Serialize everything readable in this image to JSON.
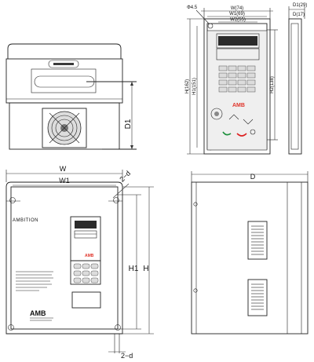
{
  "panel": {
    "d45": "Φ4.5",
    "w_total": "W(74)",
    "w1": "W1(69)",
    "w2": "W2(55)",
    "d1_total": "D1(29)",
    "d_sub": "D(17)",
    "h_total": "H(162)",
    "h1": "H1(151)",
    "h2": "H2(138)",
    "brand": "AMB"
  },
  "top_view": {
    "d1": "D1"
  },
  "front_view": {
    "w": "W",
    "w1": "W1",
    "twod_top": "2−d",
    "twod_bottom": "2−d",
    "h1": "H1",
    "h": "H",
    "brand_small": "AMBITION",
    "logo": "AMB",
    "panel_brand": "AMB"
  },
  "side_view": {
    "d": "D"
  }
}
